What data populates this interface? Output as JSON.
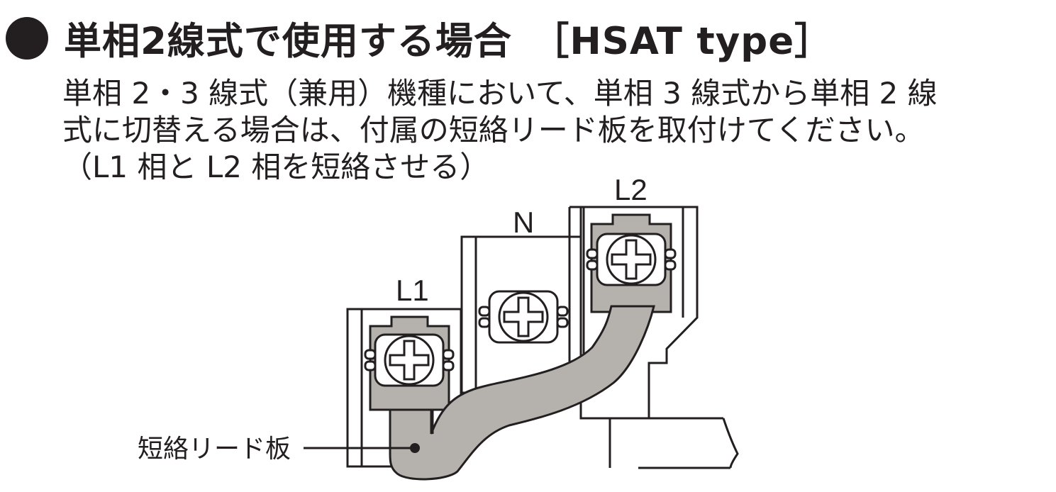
{
  "heading": {
    "text": "単相2線式で使用する場合　［HSAT type］"
  },
  "description": {
    "lines": [
      "単相 2・3 線式（兼用）機種において、単相 3 線式から単相 2 線",
      "式に切替える場合は、付属の短絡リード板を取付けてください。",
      "（L1 相と L2 相を短絡させる）"
    ]
  },
  "diagram": {
    "terminals": [
      {
        "label": "L1"
      },
      {
        "label": "N"
      },
      {
        "label": "L2"
      }
    ],
    "callout": {
      "label": "短絡リード板"
    },
    "colors": {
      "line": "#231f20",
      "plate": "#b5b1ad",
      "fill": "#ffffff"
    }
  }
}
